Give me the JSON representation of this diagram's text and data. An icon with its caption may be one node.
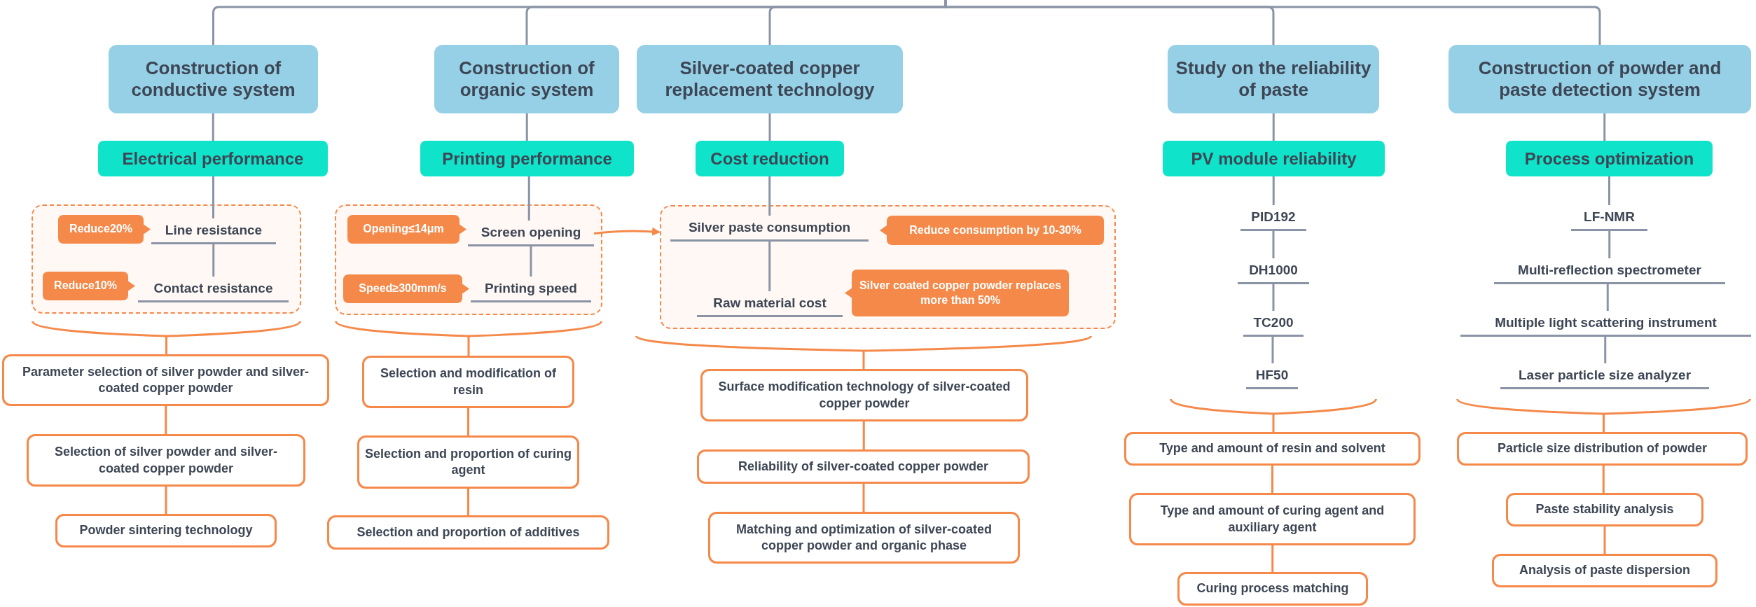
{
  "diagram": {
    "nodes": [
      {
        "text": [
          "Construction of conductive system"
        ]
      },
      {
        "text": [
          "Electrical performance"
        ]
      },
      {
        "text": [],
        "shape": "box"
      },
      {
        "text": [
          "Reduce20%"
        ],
        "in": 2
      },
      {
        "text": [
          "Line resistance"
        ],
        "in": 2
      },
      {
        "text": [
          "Reduce10%"
        ],
        "in": 2
      },
      {
        "text": [
          "Contact resistance"
        ],
        "in": 2
      },
      {
        "text": [],
        "shape": "brace"
      },
      {
        "text": [
          "Parameter selection of silver powder and silver-coated copper powder"
        ]
      },
      {
        "text": [
          "Selection of silver powder and silver-coated copper powder"
        ]
      },
      {
        "text": [
          "Powder sintering technology"
        ]
      },
      {
        "text": [
          "Construction of organic system"
        ]
      },
      {
        "text": [
          "Printing performance"
        ]
      },
      {
        "text": [],
        "shape": "box"
      },
      {
        "text": [
          "Opening≤14μm"
        ],
        "in": 13
      },
      {
        "text": [
          "Screen opening"
        ],
        "in": 13
      },
      {
        "text": [
          "Speed≥300mm/s"
        ],
        "in": 13
      },
      {
        "text": [
          "Printing speed"
        ],
        "in": 13
      },
      {
        "text": [],
        "shape": "brace"
      },
      {
        "text": [
          "Selection and modification of resin"
        ]
      },
      {
        "text": [
          "Selection and proportion of curing agent"
        ]
      },
      {
        "text": [
          "Selection and proportion of additives"
        ]
      },
      {
        "text": [
          "Silver-coated copper replacement technology"
        ]
      },
      {
        "text": [
          "Cost reduction"
        ]
      },
      {
        "text": [],
        "shape": "box"
      },
      {
        "text": [
          "Silver paste consumption"
        ],
        "in": 24
      },
      {
        "text": [
          "Reduce consumption by 10-30%"
        ],
        "in": 24
      },
      {
        "text": [
          "Raw material cost"
        ],
        "in": 24
      },
      {
        "text": [
          "Silver coated copper powder replaces more than 50%"
        ],
        "in": 24
      },
      {
        "text": [],
        "shape": "brace"
      },
      {
        "text": [
          "Surface modification technology of silver-coated copper powder"
        ]
      },
      {
        "text": [
          "Reliability of silver-coated copper powder"
        ]
      },
      {
        "text": [
          "Matching and optimization of silver-coated copper powder and organic phase"
        ]
      },
      {
        "text": [
          "Study on the reliability of paste"
        ]
      },
      {
        "text": [
          "PV module reliability"
        ]
      },
      {
        "text": [
          "PID192"
        ]
      },
      {
        "text": [
          "DH1000"
        ]
      },
      {
        "text": [
          "TC200"
        ]
      },
      {
        "text": [
          "HF50"
        ]
      },
      {
        "text": [],
        "shape": "brace"
      },
      {
        "text": [
          "Type and amount of resin and solvent"
        ]
      },
      {
        "text": [
          "Type and amount of curing agent and auxiliary agent"
        ]
      },
      {
        "text": [
          "Curing process matching"
        ]
      },
      {
        "text": [
          "Construction of powder and paste detection system"
        ]
      },
      {
        "text": [
          "Process optimization"
        ]
      },
      {
        "text": [
          "LF-NMR"
        ]
      },
      {
        "text": [
          "Multi-reflection spectrometer"
        ]
      },
      {
        "text": [
          "Multiple light scattering instrument"
        ]
      },
      {
        "text": [
          "Laser particle size analyzer"
        ]
      },
      {
        "text": [],
        "shape": "brace"
      },
      {
        "text": [
          "Particle size distribution of powder"
        ]
      },
      {
        "text": [
          "Paste stability analysis"
        ]
      },
      {
        "text": [
          "Analysis of paste dispersion"
        ]
      }
    ],
    "edges": [
      {
        "from": null,
        "to": 0,
        "arrow": "none"
      },
      {
        "from": null,
        "to": 11,
        "arrow": "none"
      },
      {
        "from": null,
        "to": 22,
        "arrow": "none"
      },
      {
        "from": null,
        "to": 33,
        "arrow": "none"
      },
      {
        "from": null,
        "to": 43,
        "arrow": "none"
      },
      {
        "from": 0,
        "to": 1,
        "arrow": "none"
      },
      {
        "from": 1,
        "to": 4,
        "arrow": "none"
      },
      {
        "from": 4,
        "to": 6,
        "arrow": "none"
      },
      {
        "from": 7,
        "to": 8,
        "arrow": "none",
        "color": "#f5894a"
      },
      {
        "from": 8,
        "to": 9,
        "arrow": "none",
        "color": "#f5894a"
      },
      {
        "from": 9,
        "to": 10,
        "arrow": "none",
        "color": "#f5894a"
      },
      {
        "from": 11,
        "to": 12,
        "arrow": "none"
      },
      {
        "from": 12,
        "to": 15,
        "arrow": "none"
      },
      {
        "from": 15,
        "to": 17,
        "arrow": "none"
      },
      {
        "from": 15,
        "to": 24,
        "arrow": "to",
        "color": "#f5894a"
      },
      {
        "from": 18,
        "to": 19,
        "arrow": "none",
        "color": "#f5894a"
      },
      {
        "from": 19,
        "to": 20,
        "arrow": "none",
        "color": "#f5894a"
      },
      {
        "from": 20,
        "to": 21,
        "arrow": "none",
        "color": "#f5894a"
      },
      {
        "from": 22,
        "to": 23,
        "arrow": "none"
      },
      {
        "from": 23,
        "to": 25,
        "arrow": "none"
      },
      {
        "from": 25,
        "to": 27,
        "arrow": "none"
      },
      {
        "from": 29,
        "to": 30,
        "arrow": "none",
        "color": "#f5894a"
      },
      {
        "from": 30,
        "to": 31,
        "arrow": "none",
        "color": "#f5894a"
      },
      {
        "from": 31,
        "to": 32,
        "arrow": "none",
        "color": "#f5894a"
      },
      {
        "from": 33,
        "to": 34,
        "arrow": "none"
      },
      {
        "from": 34,
        "to": 35,
        "arrow": "none"
      },
      {
        "from": 35,
        "to": 36,
        "arrow": "none"
      },
      {
        "from": 36,
        "to": 37,
        "arrow": "none"
      },
      {
        "from": 37,
        "to": 38,
        "arrow": "none"
      },
      {
        "from": 39,
        "to": 40,
        "arrow": "none",
        "color": "#f5894a"
      },
      {
        "from": 40,
        "to": 41,
        "arrow": "none",
        "color": "#f5894a"
      },
      {
        "from": 41,
        "to": 42,
        "arrow": "none",
        "color": "#f5894a"
      },
      {
        "from": 43,
        "to": 44,
        "arrow": "none"
      },
      {
        "from": 44,
        "to": 45,
        "arrow": "none"
      },
      {
        "from": 45,
        "to": 46,
        "arrow": "none"
      },
      {
        "from": 46,
        "to": 47,
        "arrow": "none"
      },
      {
        "from": 47,
        "to": 48,
        "arrow": "none"
      },
      {
        "from": 49,
        "to": 50,
        "arrow": "none",
        "color": "#f5894a"
      },
      {
        "from": 50,
        "to": 51,
        "arrow": "none",
        "color": "#f5894a"
      },
      {
        "from": 51,
        "to": 52,
        "arrow": "none",
        "color": "#f5894a"
      }
    ]
  }
}
